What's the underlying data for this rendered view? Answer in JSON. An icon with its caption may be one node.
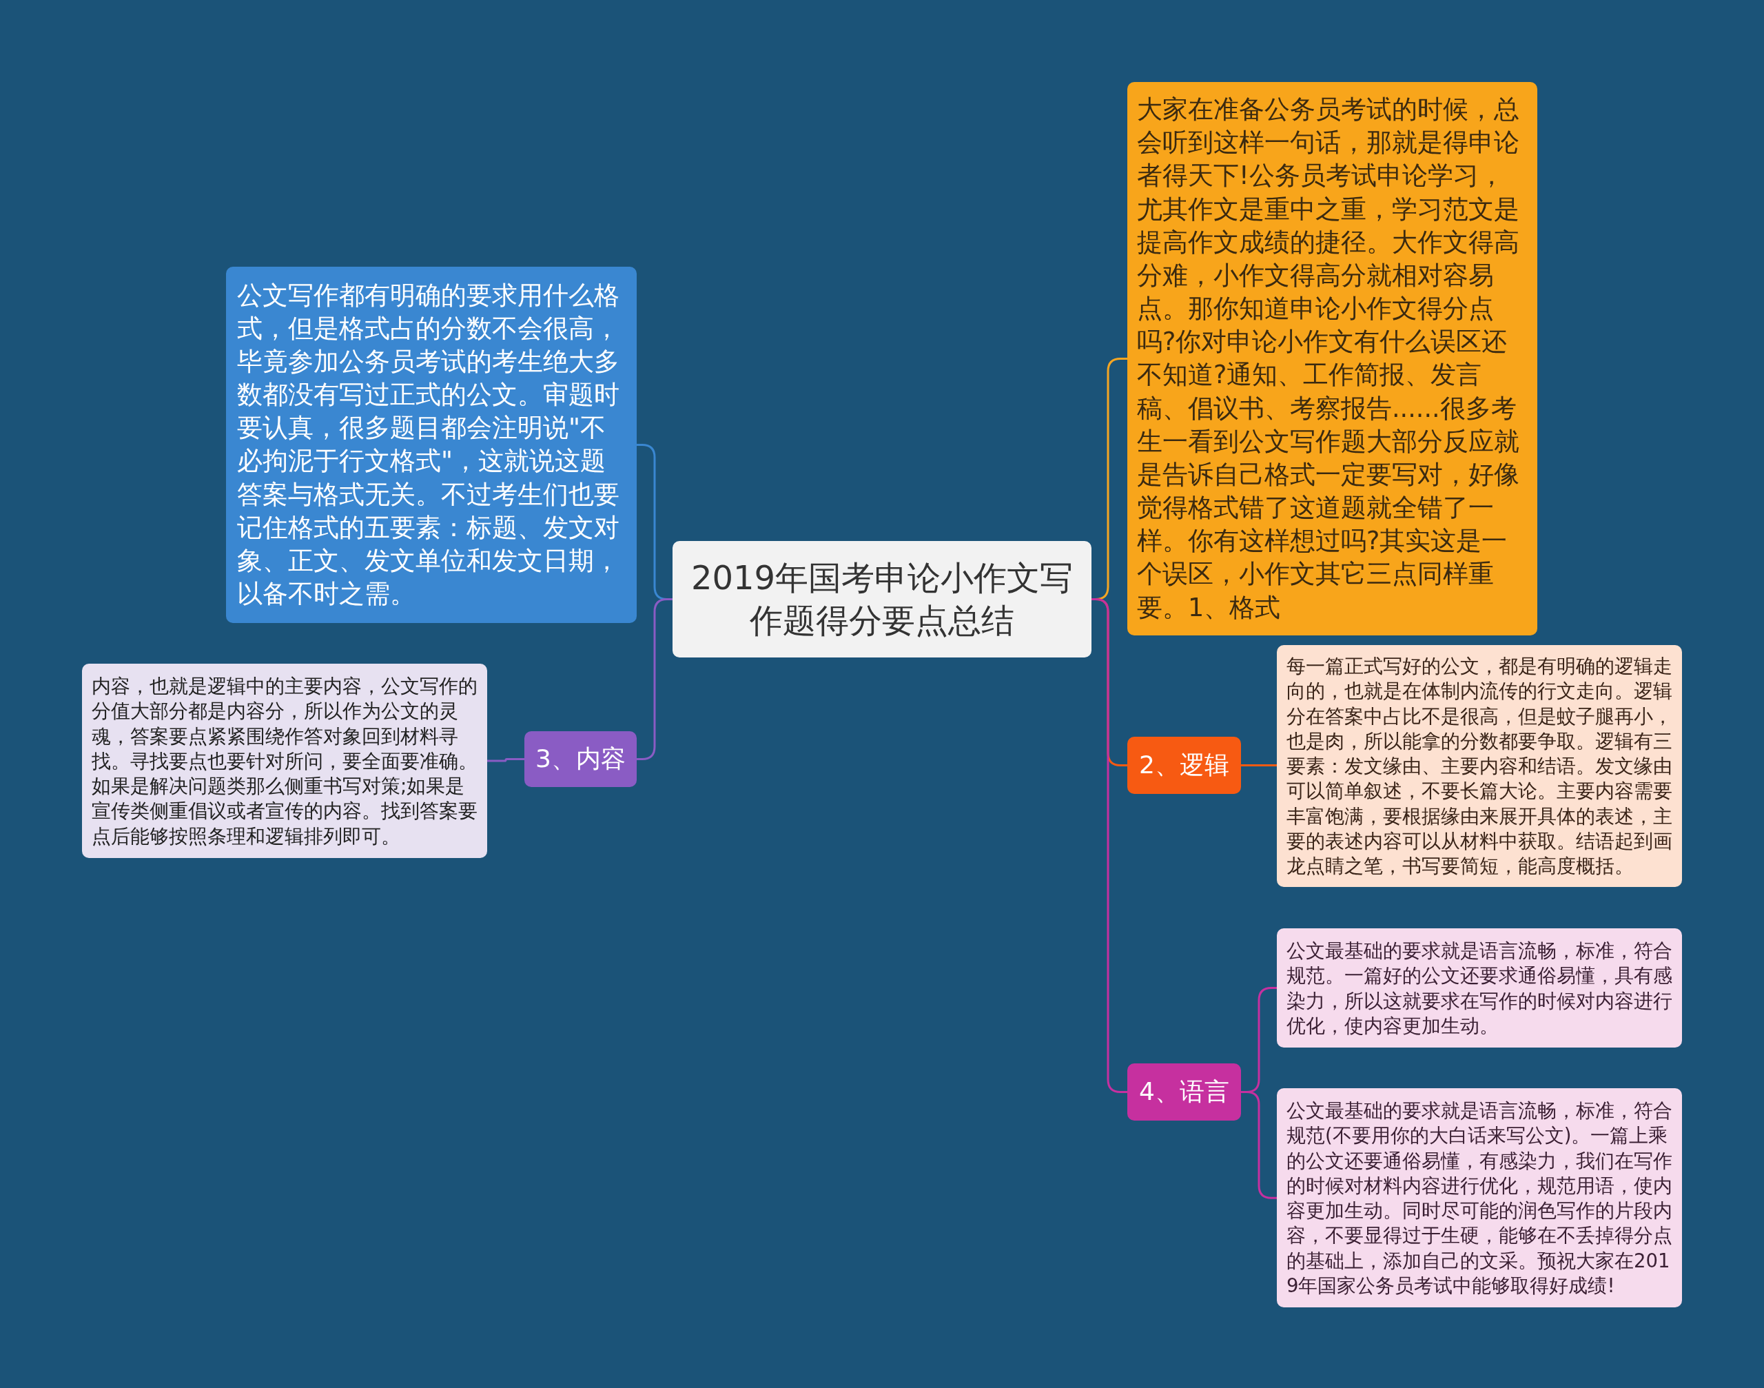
{
  "diagram": {
    "nodes": [
      {
        "text": [
          "2019年国考申论小作文写作题得分要点总结"
        ]
      },
      {
        "text": [
          "大家在准备公务员考试的时候，总会听到这样一句话，那就是得申论者得天下!公务员考试申论学习，尤其作文是重中之重，学习范文是提高作文成绩的捷径。大作文得高分难，小作文得高分就相对容易点。那你知道申论小作文得分点吗?你对申论小作文有什么误区还不知道?通知、工作简报、发言稿、倡议书、考察报告......很多考生一看到公文写作题大部分反应就是告诉自己格式一定要写对，好像觉得格式错了这道题就全错了一样。你有这样想过吗?其实这是一个误区，小作文其它三点同样重要。1、格式"
        ]
      },
      {
        "text": [
          "公文写作都有明确的要求用什么格式，但是格式占的分数不会很高，毕竟参加公务员考试的考生绝大多数都没有写过正式的公文。审题时要认真，很多题目都会注明说\"不必拘泥于行文格式\"，这就说这题答案与格式无关。不过考生们也要记住格式的五要素：标题、发文对象、正文、发文单位和发文日期，以备不时之需。"
        ]
      },
      {
        "text": [
          "2、逻辑"
        ]
      },
      {
        "text": [
          "每一篇正式写好的公文，都是有明确的逻辑走向的，也就是在体制内流传的行文走向。逻辑分在答案中占比不是很高，但是蚊子腿再小，也是肉，所以能拿的分数都要争取。逻辑有三要素：发文缘由、主要内容和结语。发文缘由可以简单叙述，不要长篇大论。主要内容需要丰富饱满，要根据缘由来展开具体的表述，主要的表述内容可以从材料中获取。结语起到画龙点睛之笔，书写要简短，能高度概括。"
        ]
      },
      {
        "text": [
          "3、内容"
        ]
      },
      {
        "text": [
          "内容，也就是逻辑中的主要内容，公文写作的分值大部分都是内容分，所以作为公文的灵魂，答案要点紧紧围绕作答对象回到材料寻找。寻找要点也要针对所问，要全面要准确。如果是解决问题类那么侧重书写对策;如果是宣传类侧重倡议或者宣传的内容。找到答案要点后能够按照条理和逻辑排列即可。"
        ]
      },
      {
        "text": [
          "4、语言"
        ]
      },
      {
        "text": [
          "公文最基础的要求就是语言流畅，标准，符合规范。一篇好的公文还要求通俗易懂，具有感染力，所以这就要求在写作的时候对内容进行优化，使内容更加生动。"
        ]
      },
      {
        "text": [
          "公文最基础的要求就是语言流畅，标准，符合规范(不要用你的大白话来写公文)。一篇上乘的公文还要通俗易懂，有感染力，我们在写作的时候对材料内容进行优化，规范用语，使内容更加生动。同时尽可能的润色写作的片段内容，不要显得过于生硬，能够在不丢掉得分点的基础上，添加自己的文采。预祝大家在2019年国家公务员考试中能够取得好成绩!"
        ]
      }
    ],
    "edges": [
      {
        "from": 0,
        "to": 1,
        "arrow": "none",
        "color": "#f5a623"
      },
      {
        "from": 0,
        "to": 2,
        "arrow": "none",
        "color": "#3a87d1"
      },
      {
        "from": 0,
        "to": 3,
        "arrow": "none",
        "color": "#f75a12"
      },
      {
        "from": 3,
        "to": 4,
        "arrow": "none",
        "color": "#f75a12"
      },
      {
        "from": 0,
        "to": 5,
        "arrow": "none",
        "color": "#8a5cc4"
      },
      {
        "from": 5,
        "to": 6,
        "arrow": "none",
        "color": "#8a5cc4"
      },
      {
        "from": 0,
        "to": 7,
        "arrow": "none",
        "color": "#c6309f"
      },
      {
        "from": 7,
        "to": 8,
        "arrow": "none",
        "color": "#c6309f"
      },
      {
        "from": 7,
        "to": 9,
        "arrow": "none",
        "color": "#c6309f"
      }
    ]
  }
}
